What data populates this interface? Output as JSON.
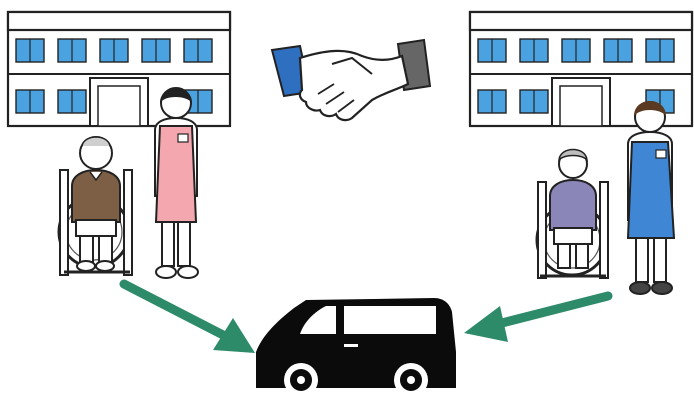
{
  "illustration": {
    "left_group": {
      "building": "care-facility-building",
      "resident": "elderly-man-in-wheelchair",
      "caregiver": "caregiver-pink-apron",
      "apron_color": "#f4a7ae"
    },
    "right_group": {
      "building": "care-facility-building",
      "resident": "elderly-woman-in-wheelchair",
      "caregiver": "caregiver-blue-apron",
      "apron_color": "#3f86d4"
    },
    "center_icon": "handshake-icon",
    "vehicle": "minivan-icon",
    "arrow_color": "#2e8b6a",
    "window_color": "#4aa3e0",
    "sleeve_color": "#2f6fbf"
  }
}
